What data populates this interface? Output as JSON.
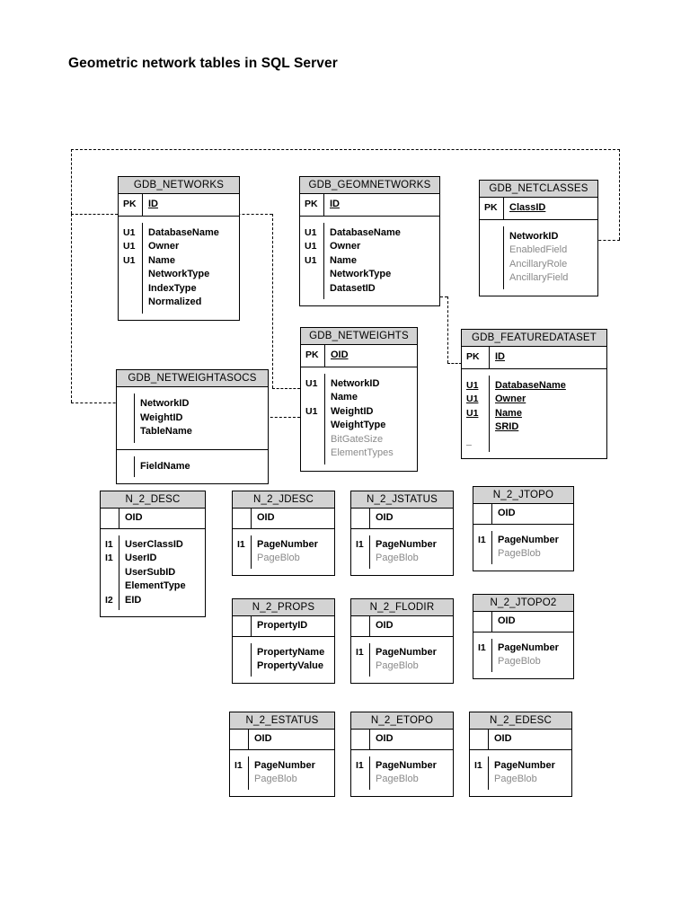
{
  "title": "Geometric network tables in SQL Server",
  "theme": {
    "header_fill": "#d3d3d3",
    "border": "#000000",
    "muted_text": "#8a8a8a",
    "page_background": "#ffffff"
  },
  "entities": {
    "gdb_networks": {
      "name": "GDB_NETWORKS",
      "pk": {
        "key": "PK",
        "attr": "ID"
      },
      "attrs": [
        {
          "key": "U1",
          "attr": "DatabaseName"
        },
        {
          "key": "U1",
          "attr": "Owner"
        },
        {
          "key": "U1",
          "attr": "Name"
        },
        {
          "key": "",
          "attr": "NetworkType"
        },
        {
          "key": "",
          "attr": "IndexType"
        },
        {
          "key": "",
          "attr": "Normalized"
        }
      ]
    },
    "gdb_geomnetworks": {
      "name": "GDB_GEOMNETWORKS",
      "pk": {
        "key": "PK",
        "attr": "ID"
      },
      "attrs": [
        {
          "key": "U1",
          "attr": "DatabaseName"
        },
        {
          "key": "U1",
          "attr": "Owner"
        },
        {
          "key": "U1",
          "attr": "Name"
        },
        {
          "key": "",
          "attr": "NetworkType"
        },
        {
          "key": "",
          "attr": "DatasetID"
        }
      ]
    },
    "gdb_netclasses": {
      "name": "GDB_NETCLASSES",
      "pk": {
        "key": "PK",
        "attr": "ClassID"
      },
      "attrs": [
        {
          "key": "",
          "attr": "NetworkID"
        },
        {
          "key": "",
          "attr": "EnabledField"
        },
        {
          "key": "",
          "attr": "AncillaryRole"
        },
        {
          "key": "",
          "attr": "AncillaryField"
        }
      ]
    },
    "gdb_netweights": {
      "name": "GDB_NETWEIGHTS",
      "pk": {
        "key": "PK",
        "attr": "OID"
      },
      "attrs": [
        {
          "key": "U1",
          "attr": "NetworkID"
        },
        {
          "key": "",
          "attr": "Name"
        },
        {
          "key": "U1",
          "attr": "WeightID"
        },
        {
          "key": "",
          "attr": "WeightType"
        },
        {
          "key": "",
          "attr": "BitGateSize"
        },
        {
          "key": "",
          "attr": "ElementTypes"
        }
      ]
    },
    "gdb_featuredataset": {
      "name": "GDB_FEATUREDATASET",
      "pk": {
        "key": "PK",
        "attr": "ID"
      },
      "attrs": [
        {
          "key": "U1",
          "attr": "DatabaseName"
        },
        {
          "key": "U1",
          "attr": "Owner"
        },
        {
          "key": "U1",
          "attr": "Name"
        },
        {
          "key": "",
          "attr": "SRID"
        },
        {
          "key": "_",
          "attr": ""
        }
      ]
    },
    "gdb_netweightasocs": {
      "name": "GDB_NETWEIGHTASOCS",
      "attrs": [
        {
          "key": "",
          "attr": "NetworkID"
        },
        {
          "key": "",
          "attr": "WeightID"
        },
        {
          "key": "",
          "attr": "TableName"
        }
      ],
      "attrs2": [
        {
          "key": "",
          "attr": "FieldName"
        }
      ]
    },
    "n_2_desc": {
      "name": "N_2_DESC",
      "pk": {
        "key": "",
        "attr": "OID"
      },
      "attrs": [
        {
          "key": "I1",
          "attr": "UserClassID"
        },
        {
          "key": "I1",
          "attr": "UserID"
        },
        {
          "key": "",
          "attr": "UserSubID"
        },
        {
          "key": "",
          "attr": "ElementType"
        },
        {
          "key": "I2",
          "attr": "EID"
        }
      ]
    },
    "n_2_jdesc": {
      "name": "N_2_JDESC",
      "pk": {
        "key": "",
        "attr": "OID"
      },
      "attrs": [
        {
          "key": "I1",
          "attr": "PageNumber"
        },
        {
          "key": "",
          "attr": "PageBlob"
        }
      ]
    },
    "n_2_jstatus": {
      "name": "N_2_JSTATUS",
      "pk": {
        "key": "",
        "attr": "OID"
      },
      "attrs": [
        {
          "key": "I1",
          "attr": "PageNumber"
        },
        {
          "key": "",
          "attr": "PageBlob"
        }
      ]
    },
    "n_2_jtopo": {
      "name": "N_2_JTOPO",
      "pk": {
        "key": "",
        "attr": "OID"
      },
      "attrs": [
        {
          "key": "I1",
          "attr": "PageNumber"
        },
        {
          "key": "",
          "attr": "PageBlob"
        }
      ]
    },
    "n_2_props": {
      "name": "N_2_PROPS",
      "pk": {
        "key": "",
        "attr": "PropertyID"
      },
      "attrs": [
        {
          "key": "",
          "attr": "PropertyName"
        },
        {
          "key": "",
          "attr": "PropertyValue"
        }
      ]
    },
    "n_2_flodir": {
      "name": "N_2_FLODIR",
      "pk": {
        "key": "",
        "attr": "OID"
      },
      "attrs": [
        {
          "key": "I1",
          "attr": "PageNumber"
        },
        {
          "key": "",
          "attr": "PageBlob"
        }
      ]
    },
    "n_2_jtopo2": {
      "name": "N_2_JTOPO2",
      "pk": {
        "key": "",
        "attr": "OID"
      },
      "attrs": [
        {
          "key": "I1",
          "attr": "PageNumber"
        },
        {
          "key": "",
          "attr": "PageBlob"
        }
      ]
    },
    "n_2_estatus": {
      "name": "N_2_ESTATUS",
      "pk": {
        "key": "",
        "attr": "OID"
      },
      "attrs": [
        {
          "key": "I1",
          "attr": "PageNumber"
        },
        {
          "key": "",
          "attr": "PageBlob"
        }
      ]
    },
    "n_2_etopo": {
      "name": "N_2_ETOPO",
      "pk": {
        "key": "",
        "attr": "OID"
      },
      "attrs": [
        {
          "key": "I1",
          "attr": "PageNumber"
        },
        {
          "key": "",
          "attr": "PageBlob"
        }
      ]
    },
    "n_2_edesc": {
      "name": "N_2_EDESC",
      "pk": {
        "key": "",
        "attr": "OID"
      },
      "attrs": [
        {
          "key": "I1",
          "attr": "PageNumber"
        },
        {
          "key": "",
          "attr": "PageBlob"
        }
      ]
    }
  },
  "relationships": [
    {
      "from": "GDB_NETWORKS.ID",
      "to": "GDB_NETCLASSES.NetworkID",
      "style": "dashed"
    },
    {
      "from": "GDB_NETWORKS.ID",
      "to": "GDB_NETWEIGHTS.NetworkID",
      "style": "dashed"
    },
    {
      "from": "GDB_NETWORKS.ID",
      "to": "GDB_NETWEIGHTASOCS.NetworkID",
      "style": "dashed"
    },
    {
      "from": "GDB_NETWEIGHTASOCS.WeightID",
      "to": "GDB_NETWEIGHTS.WeightID",
      "style": "dashed"
    },
    {
      "from": "GDB_GEOMNETWORKS.DatasetID",
      "to": "GDB_FEATUREDATASET.ID",
      "style": "dashed"
    }
  ]
}
